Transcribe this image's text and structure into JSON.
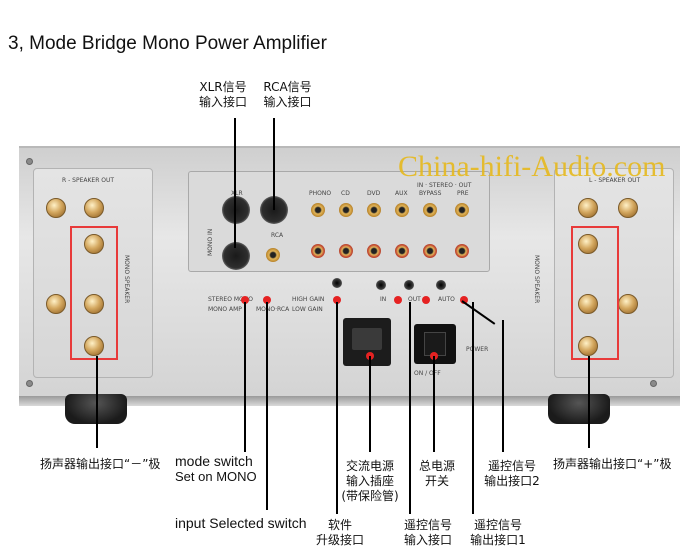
{
  "page": {
    "title": "3, Mode Bridge Mono Power Amplifier",
    "watermark": "China-hifi-Audio.com"
  },
  "labels": {
    "xlr_input": [
      "XLR信号",
      "输入接口"
    ],
    "rca_input": [
      "RCA信号",
      "输入接口"
    ],
    "speaker_minus": "扬声器输出接口“－”极",
    "speaker_plus": "扬声器输出接口“+”极",
    "mode_switch": [
      "mode switch",
      "Set on MONO"
    ],
    "input_selected": "input Selected switch",
    "software_port": [
      "软件",
      "升级接口"
    ],
    "ac_inlet": [
      "交流电源",
      "输入插座",
      "(带保险管)"
    ],
    "remote_in": [
      "遥控信号",
      "输入接口"
    ],
    "power_switch": [
      "总电源",
      "开关"
    ],
    "remote_out1": [
      "遥控信号",
      "输出接口1"
    ],
    "remote_out2": [
      "遥控信号",
      "输出接口2"
    ]
  },
  "panel_text": {
    "r_speaker_out": "R - SPEAKER OUT",
    "l_speaker_out": "L - SPEAKER OUT",
    "mono_speaker": "MONO SPEAKER",
    "in_stereo_out": "IN · STEREO · OUT",
    "phono": "PHONO",
    "cd": "CD",
    "dvd": "DVD",
    "aux": "AUX",
    "bypass": "BYPASS",
    "pre": "PRE",
    "xlr": "XLR",
    "rca": "RCA",
    "mono_in": "MONO IN",
    "stereo_mono": "STEREO MONO",
    "mono_amp": "MONO AMP",
    "mono_rca": "MONO·RCA",
    "high_gain": "HIGH GAIN",
    "low_gain": "LOW GAIN",
    "in": "IN",
    "out": "OUT",
    "auto": "AUTO",
    "power": "POWER",
    "on_off": "ON / OFF"
  }
}
